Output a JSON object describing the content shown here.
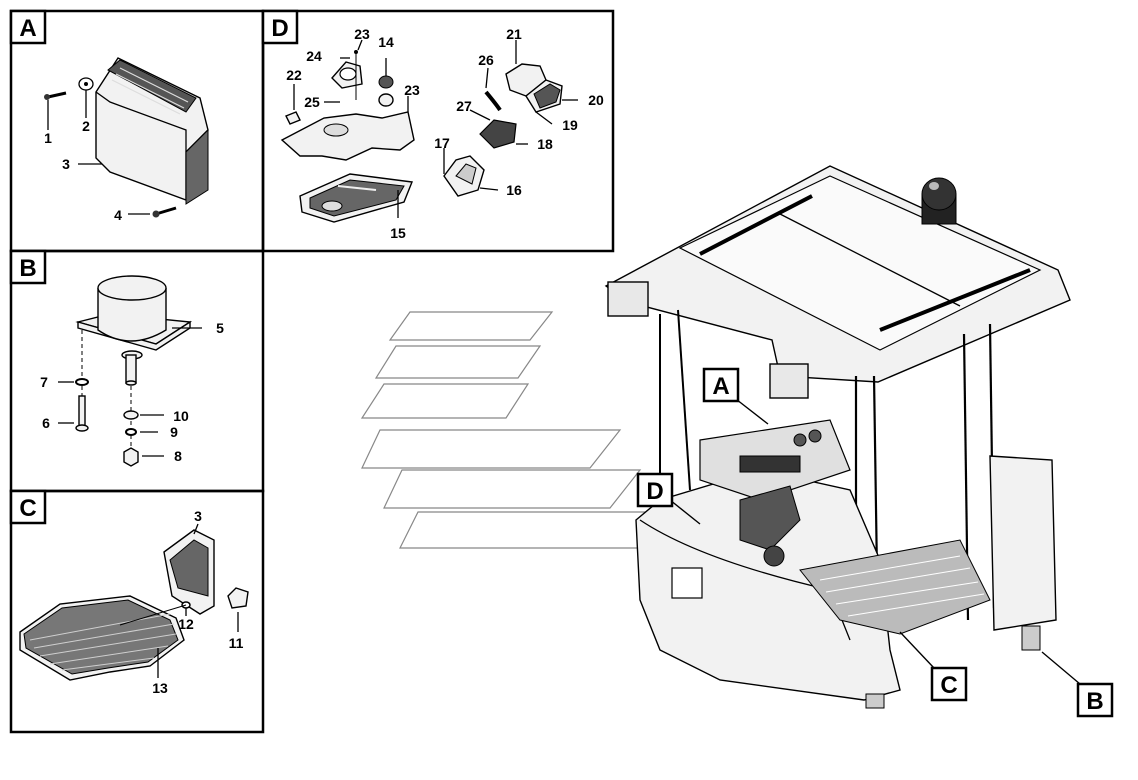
{
  "sections": {
    "A": {
      "letter": "A"
    },
    "B": {
      "letter": "B"
    },
    "C": {
      "letter": "C"
    },
    "D": {
      "letter": "D"
    }
  },
  "callouts": {
    "main_A": "A",
    "main_B": "B",
    "main_C": "C",
    "main_D": "D"
  },
  "parts": {
    "p1": "1",
    "p2": "2",
    "p3": "3",
    "p4": "4",
    "p5": "5",
    "p6": "6",
    "p7": "7",
    "p8": "8",
    "p9": "9",
    "p10": "10",
    "p11": "11",
    "p12": "12",
    "p13": "13",
    "p14": "14",
    "p15": "15",
    "p16": "16",
    "p17": "17",
    "p18": "18",
    "p19": "19",
    "p20": "20",
    "p21": "21",
    "p22": "22",
    "p23a": "23",
    "p23b": "23",
    "p24": "24",
    "p25": "25",
    "p26": "26",
    "p27": "27",
    "p3c": "3"
  }
}
